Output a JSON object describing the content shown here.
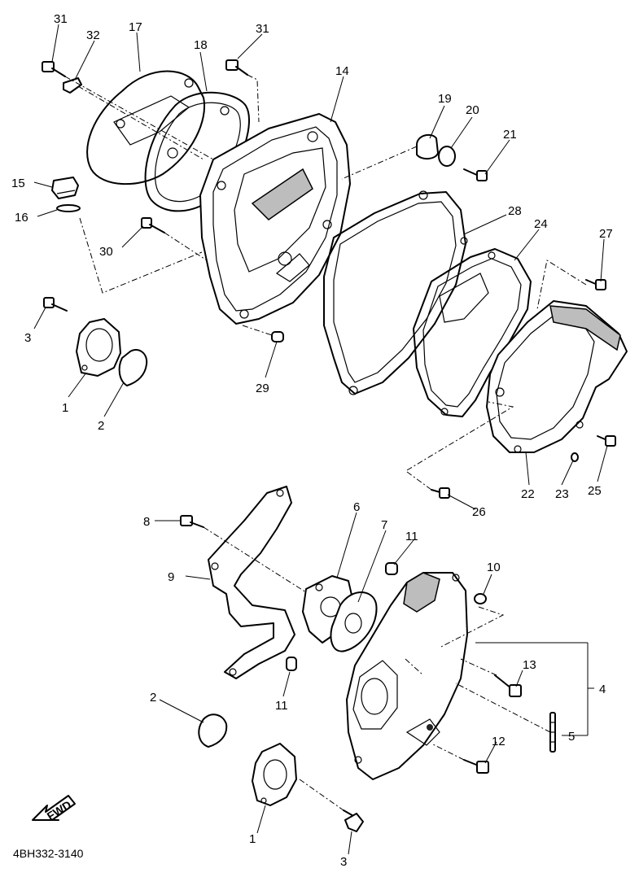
{
  "diagram_code": "4BH332-3140",
  "fwd_label": "FWD",
  "callouts": {
    "c31a": "31",
    "c32": "32",
    "c17": "17",
    "c18": "18",
    "c31b": "31",
    "c14": "14",
    "c19": "19",
    "c20": "20",
    "c21": "21",
    "c15": "15",
    "c16": "16",
    "c28": "28",
    "c24": "24",
    "c27": "27",
    "c30": "30",
    "c3a": "3",
    "c29": "29",
    "c1a": "1",
    "c2a": "2",
    "c22": "22",
    "c23": "23",
    "c25": "25",
    "c26": "26",
    "c8": "8",
    "c6": "6",
    "c7": "7",
    "c11a": "11",
    "c10": "10",
    "c9": "9",
    "c4": "4",
    "c13": "13",
    "c11b": "11",
    "c2b": "2",
    "c5": "5",
    "c12": "12",
    "c1b": "1",
    "c3b": "3"
  }
}
